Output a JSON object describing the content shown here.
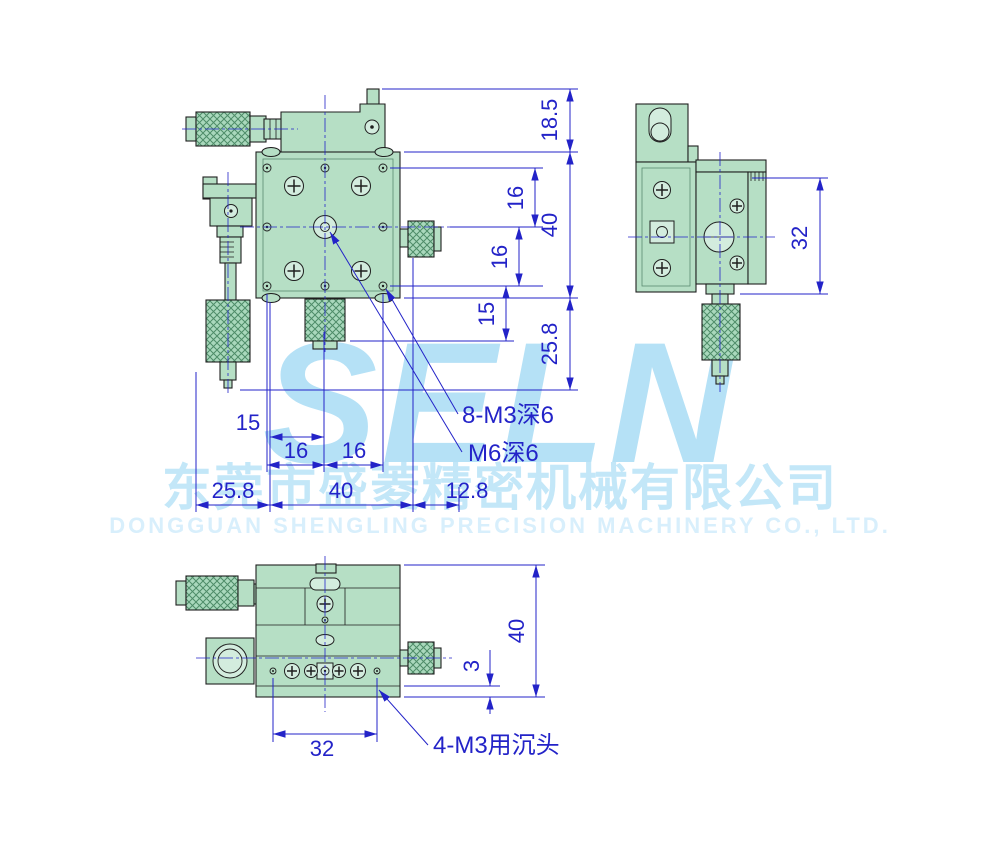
{
  "watermark": {
    "brand": "SELN",
    "company_cn": "东莞市盛菱精密机械有限公司",
    "company_en": "DONGGUAN SHENGLING PRECISION MACHINERY CO., LTD."
  },
  "colors": {
    "dimension_blue": "#2323c8",
    "body_green": "#b6dfc5",
    "body_green_light": "#d3ecde",
    "knurl_green": "#a9d8bc",
    "knurl_hatch": "#4e8c68",
    "outline_dark": "#1f1f1f",
    "watermark_blue": "#b5e1f6",
    "watermark_blue_mid": "#c3e7f8",
    "watermark_blue_light": "#d8effc"
  },
  "front_view": {
    "dim_top_height": "18.5",
    "dim_hole_pitch_upper": "16",
    "dim_body_height": "40",
    "dim_hole_pitch_lower": "16",
    "dim_knob_length": "15",
    "dim_mic_bottom": "25.8",
    "dim_left_offset": "15",
    "dim_pitch_left": "16",
    "dim_pitch_right": "16",
    "dim_mic_left": "25.8",
    "dim_body_width": "40",
    "dim_knob_right": "12.8",
    "label_thread_holes": "8-M3深6",
    "label_center_thread": "M6深6"
  },
  "side_view": {
    "dim_width": "32"
  },
  "bottom_view": {
    "dim_body": "40",
    "dim_plate_thickness": "3",
    "dim_hole_pitch": "32",
    "label_countersunk": "4-M3用沉头"
  }
}
